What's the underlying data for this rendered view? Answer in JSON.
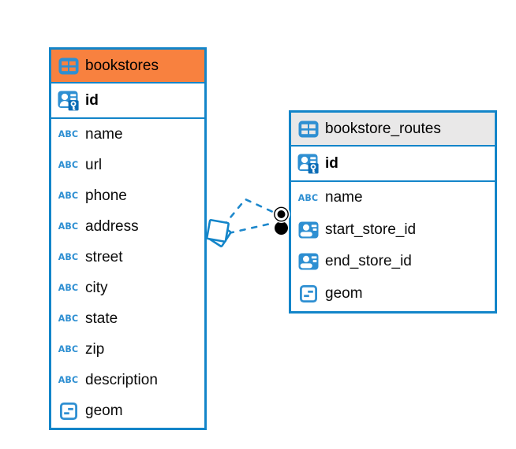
{
  "diagram": {
    "type": "entity-relationship-diagram",
    "tables": [
      {
        "name": "bookstores",
        "header_bg": "#F8813F",
        "primary_key": {
          "name": "id",
          "icon": "primary-key-icon"
        },
        "columns": [
          {
            "name": "name",
            "icon": "text-column-icon"
          },
          {
            "name": "url",
            "icon": "text-column-icon"
          },
          {
            "name": "phone",
            "icon": "text-column-icon"
          },
          {
            "name": "address",
            "icon": "text-column-icon"
          },
          {
            "name": "street",
            "icon": "text-column-icon"
          },
          {
            "name": "city",
            "icon": "text-column-icon"
          },
          {
            "name": "state",
            "icon": "text-column-icon"
          },
          {
            "name": "zip",
            "icon": "text-column-icon"
          },
          {
            "name": "description",
            "icon": "text-column-icon"
          },
          {
            "name": "geom",
            "icon": "geometry-column-icon"
          }
        ]
      },
      {
        "name": "bookstore_routes",
        "header_bg": "#E9E8E8",
        "primary_key": {
          "name": "id",
          "icon": "primary-key-icon"
        },
        "columns": [
          {
            "name": "name",
            "icon": "text-column-icon"
          },
          {
            "name": "start_store_id",
            "icon": "foreign-key-icon"
          },
          {
            "name": "end_store_id",
            "icon": "foreign-key-icon"
          },
          {
            "name": "geom",
            "icon": "geometry-column-icon"
          }
        ]
      }
    ],
    "relations": [
      {
        "from_table": "bookstores",
        "to_table": "bookstore_routes",
        "to_column": "start_store_id",
        "style": "dashed"
      },
      {
        "from_table": "bookstores",
        "to_table": "bookstore_routes",
        "to_column": "end_store_id",
        "style": "dashed"
      }
    ]
  },
  "icons": {
    "abc_glyph": "ABC",
    "table": "table-icon",
    "primary_key": "person-with-key-icon",
    "foreign_key": "person-card-icon",
    "geometry": "box-with-dashes-icon",
    "relation_source": "tilted-squares-icon",
    "relation_target": "bullseye-dots-icon"
  },
  "colors": {
    "accent_blue": "#1385C9",
    "icon_blue": "#2E8FD2",
    "orange_header": "#F8813F",
    "gray_header": "#E9E8E8",
    "line_blue": "#1E88CC",
    "marker_black": "#000000"
  }
}
